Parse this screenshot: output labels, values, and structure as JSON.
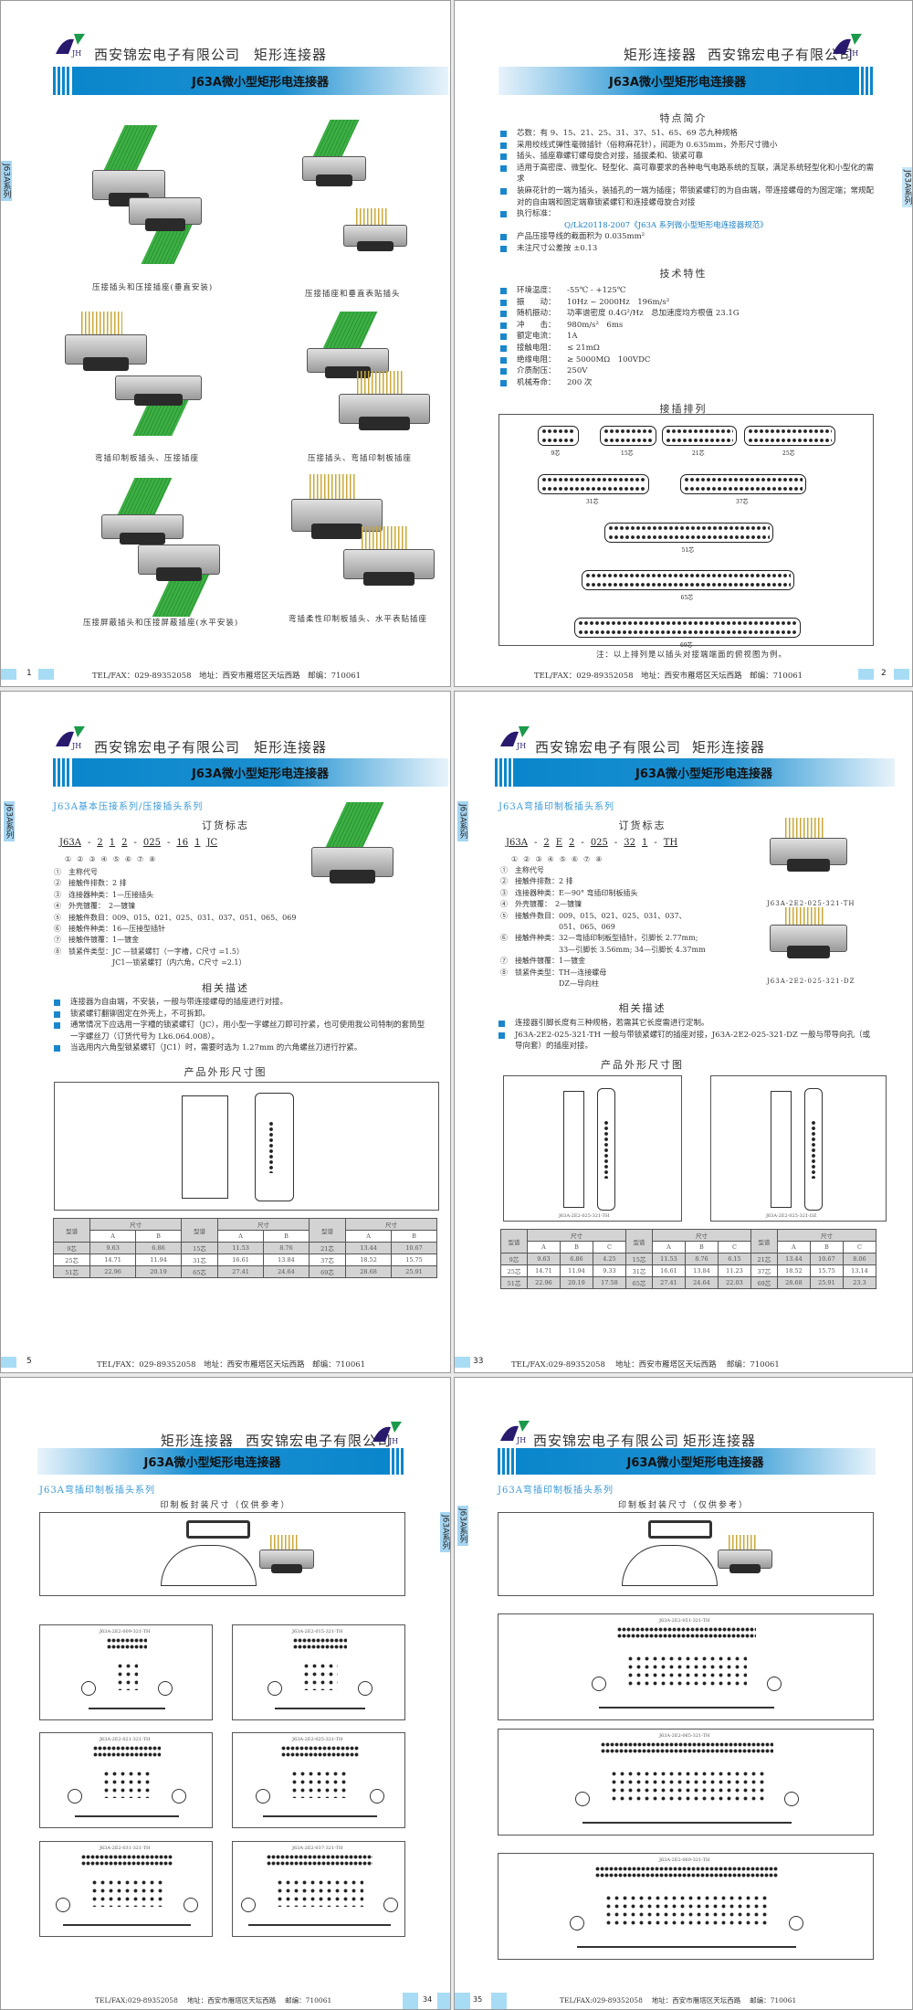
{
  "header": {
    "company": "西安锦宏电子有限公司",
    "product": "矩形连接器",
    "banner": "J63A微小型矩形电连接器",
    "side_tab": "J63A系列",
    "logo_text": "JH"
  },
  "colors": {
    "accent": "#0a86cc",
    "tab": "#a8dcf5",
    "ribbon": "#3cb043"
  },
  "footer": {
    "contact": "TEL/FAX：029-89352058　地址：西安市雁塔区天坛西路　邮编：710061",
    "contact_alt": "TEL/FAX:029-89352058　 地址：西安市雁塔区天坛西路　 邮编：710061"
  },
  "p1": {
    "page_number": "1",
    "captions": [
      "压接插头和压接插座(垂直安装)",
      "压接插座和垂直表贴插头",
      "弯插印制板插头、压接插座",
      "压接插头、弯插印制板插座",
      "压接屏蔽插头和压接屏蔽插座(水平安装)",
      "弯插柔性印制板插头、水平表贴插座"
    ]
  },
  "p2": {
    "page_number": "2",
    "features_title": "特点简介",
    "features": [
      "芯数：有 9、15、21、25、31、37、51、65、69 芯九种规格",
      "采用绞线式弹性毫微插针（俗称麻花针），间距为 0.635mm，外形尺寸微小",
      "插头、插座靠螺钉螺母旋合对接，插拔柔和、锁紧可靠",
      "适用于高密度、微型化、轻型化、高可靠要求的各种电气电路系统的互联，满足系统轻型化和小型化的需求",
      "装麻花针的一端为插头，装插孔的一端为插座；带锁紧螺钉的为自由端，带连接螺母的为固定端；常规配对的自由端和固定端靠锁紧螺钉和连接螺母旋合对接",
      "执行标准："
    ],
    "standard": "Q/Lk20118-2007《J63A 系列微小型矩形电连接器规范》",
    "features2": [
      "产品压接导线的截面积为 0.035mm²",
      "未注尺寸公差按 ±0.13"
    ],
    "tech_title": "技术特性",
    "tech": [
      [
        "环境温度：",
        "-55℃ - +125℃"
      ],
      [
        "振　　动：",
        "10Hz ~ 2000Hz　196m/s²"
      ],
      [
        "随机振动：",
        "功率谱密度 0.4G²/Hz　总加速度均方根值 23.1G"
      ],
      [
        "冲　　击：",
        "980m/s²　6ms"
      ],
      [
        "额定电流：",
        "1A"
      ],
      [
        "接触电阻：",
        "≤ 21mΩ"
      ],
      [
        "绝缘电阻：",
        "≥ 5000MΩ　100VDC"
      ],
      [
        "介质耐压：",
        "250V"
      ],
      [
        "机械寿命：",
        "200 次"
      ]
    ],
    "pinout_title": "接插排列",
    "pinouts": [
      {
        "label": "9芯",
        "pins": 9
      },
      {
        "label": "15芯",
        "pins": 15
      },
      {
        "label": "21芯",
        "pins": 21
      },
      {
        "label": "25芯",
        "pins": 25
      },
      {
        "label": "31芯",
        "pins": 31
      },
      {
        "label": "37芯",
        "pins": 37
      },
      {
        "label": "51芯",
        "pins": 51
      },
      {
        "label": "65芯",
        "pins": 65
      },
      {
        "label": "69芯",
        "pins": 69
      }
    ],
    "note": "注：以上排列是以插头对接端端面的俯视图为例。"
  },
  "p3": {
    "page_number": "5",
    "series": "J63A基本压接系列/压接插头系列",
    "order_title": "订货标志",
    "code": [
      "J63A",
      "-",
      "2",
      "1",
      "2",
      "-",
      "025",
      "-",
      "16",
      "1",
      "JC"
    ],
    "circles": [
      "①",
      "②",
      "③",
      "④",
      "⑤",
      "⑥",
      "⑦",
      "⑧"
    ],
    "order": [
      "①　主称代号",
      "②　接触件排数：2 排",
      "③　连接器种类：1—压接插头",
      "④　外壳镀覆：　2—镀镍",
      "⑤　接触件数目：009、015、021、025、031、037、051、065、069",
      "⑥　接触件种类：16—压接型插针",
      "⑦　接触件镀覆：1—镀金",
      "⑧　锁紧件类型：JC —锁紧螺钉（一字槽，C尺寸 =1.5）",
      "　　　　　　　　JC1—锁紧螺钉（内六角，C尺寸 =2.1）"
    ],
    "desc_title": "相关描述",
    "desc": [
      "连接器为自由端，不安装，一般与带连接螺母的插座进行对接。",
      "锁紧螺钉翻铆固定在外壳上，不可拆卸。",
      "通常情况下应选用一字槽的锁紧螺钉（JC），用小型一字螺丝刀即可拧紧，也可使用我公司特制的套筒型一字螺丝刀（订货代号为 Lk6.064.008）。",
      "当选用内六角型锁紧螺钉（JC1）时，需要时选为 1.27mm 的六角螺丝刀进行拧紧。"
    ],
    "drawing_title": "产品外形尺寸图",
    "table": {
      "type_label": "型谱",
      "dim_label": "尺寸",
      "cols": [
        "A",
        "B"
      ],
      "rows": [
        [
          [
            "9芯",
            "9.63",
            "6.86"
          ],
          [
            "15芯",
            "11.53",
            "8.76"
          ],
          [
            "21芯",
            "13.44",
            "10.67"
          ]
        ],
        [
          [
            "25芯",
            "14.71",
            "11.94"
          ],
          [
            "31芯",
            "16.61",
            "13.84"
          ],
          [
            "37芯",
            "18.52",
            "15.75"
          ]
        ],
        [
          [
            "51芯",
            "22.96",
            "20.19"
          ],
          [
            "65芯",
            "27.41",
            "24.64"
          ],
          [
            "69芯",
            "28.68",
            "25.91"
          ]
        ]
      ]
    }
  },
  "p4": {
    "page_number": "33",
    "series": "J63A弯插印制板插头系列",
    "order_title": "订货标志",
    "code": [
      "J63A",
      "-",
      "2",
      "E",
      "2",
      "-",
      "025",
      "-",
      "32",
      "1",
      "-",
      "TH"
    ],
    "circles": [
      "①",
      "②",
      "③",
      "④",
      "⑤",
      "⑥",
      "⑦",
      "⑧"
    ],
    "order": [
      "①　主称代号",
      "②　接触件排数：2 排",
      "③　连接器种类：E—90° 弯插印制板插头",
      "④　外壳镀覆：　2—镀镍",
      "⑤　接触件数目：009、015、021、025、031、037、",
      "　　　　　　　　051、065、069",
      "⑥　接触件种类：32—弯插印制板型插针，引脚长 2.77mm;",
      "　　　　　　　　33—引脚长 3.56mm; 34—引脚长 4.37mm",
      "⑦　接触件镀覆：1—镀金",
      "⑧　锁紧件类型：TH—连接螺母",
      "　　　　　　　　DZ—导向柱"
    ],
    "image_captions": [
      "J63A-2E2-025-321-TH",
      "J63A-2E2-025-321-DZ"
    ],
    "desc_title": "相关描述",
    "desc": [
      "连接器引脚长度有三种规格，若需其它长度需进行定制。",
      "J63A-2E2-025-321-TH 一般与带锁紧螺钉的插座对接，J63A-2E2-025-321-DZ 一般与带导向孔（或导向套）的插座对接。"
    ],
    "drawing_title": "产品外形尺寸图",
    "drawing_labels": [
      "J63A-2E2-025-321-TH",
      "J63A-2E2-025-321-DZ"
    ],
    "table": {
      "type_label": "型谱",
      "dim_label": "尺寸",
      "cols": [
        "A",
        "B",
        "C"
      ],
      "rows": [
        [
          [
            "9芯",
            "9.63",
            "6.86",
            "4.25"
          ],
          [
            "15芯",
            "11.53",
            "8.76",
            "6.15"
          ],
          [
            "21芯",
            "13.44",
            "10.67",
            "8.06"
          ]
        ],
        [
          [
            "25芯",
            "14.71",
            "11.94",
            "9.33"
          ],
          [
            "31芯",
            "16.61",
            "13.84",
            "11.23"
          ],
          [
            "37芯",
            "18.52",
            "15.75",
            "13.14"
          ]
        ],
        [
          [
            "51芯",
            "22.96",
            "20.19",
            "17.58"
          ],
          [
            "65芯",
            "27.41",
            "24.64",
            "22.03"
          ],
          [
            "69芯",
            "28.68",
            "25.91",
            "23.3"
          ]
        ]
      ]
    }
  },
  "p5": {
    "page_number": "34",
    "series": "J63A弯插印制板插头系列",
    "title": "印制板封装尺寸（仅供参考）",
    "drawings": [
      {
        "label": "J63A-2E2-009-321-TH",
        "pins": 9
      },
      {
        "label": "J63A-2E2-015-321-TH",
        "pins": 15
      },
      {
        "label": "J63A-2E2-021-321-TH",
        "pins": 21
      },
      {
        "label": "J63A-2E2-025-321-TH",
        "pins": 25
      },
      {
        "label": "J63A-2E2-031-321-TH",
        "pins": 31
      },
      {
        "label": "J63A-2E2-037-321-TH",
        "pins": 37
      }
    ]
  },
  "p6": {
    "page_number": "35",
    "series": "J63A弯插印制板插头系列",
    "title": "印制板封装尺寸（仅供参考）",
    "drawings": [
      {
        "label": "J63A-2E2-051-321-TH",
        "pins": 51
      },
      {
        "label": "J63A-2E2-065-321-TH",
        "pins": 65
      },
      {
        "label": "J63A-2E2-069-321-TH",
        "pins": 69
      }
    ]
  }
}
